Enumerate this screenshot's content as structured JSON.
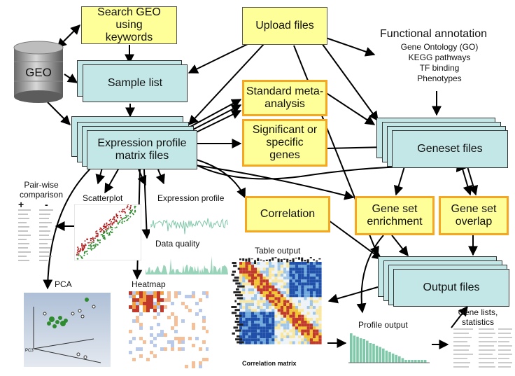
{
  "nodes": {
    "search_geo": "Search GEO using keywords",
    "upload": "Upload files",
    "geo": "GEO",
    "sample_list": "Sample list",
    "expression_matrix": "Expression profile matrix files",
    "standard_meta": "Standard meta-analysis",
    "significant": "Significant or specific genes",
    "correlation": "Correlation",
    "gene_set_enrichment": "Gene set enrichment",
    "gene_set_overlap": "Gene set overlap",
    "geneset_files": "Geneset files",
    "output_files": "Output files"
  },
  "functional_annotation": {
    "title": "Functional annotation",
    "items": [
      "Gene Ontology (GO)",
      "KEGG pathways",
      "TF binding",
      "Phenotypes"
    ]
  },
  "labels": {
    "pairwise": "Pair-wise comparison",
    "plus": "+",
    "minus": "-",
    "scatterplot": "Scatterplot",
    "expression_profile": "Expression profile",
    "data_quality": "Data quality",
    "table_output": "Table output",
    "pca": "PCA",
    "pca_axis": "PC3",
    "heatmap": "Heatmap",
    "profile_output": "Profile output",
    "gene_lists": "Gene lists, statistics",
    "correlation_matrix": "Correlation matrix"
  },
  "colors": {
    "box_yellow": "#ffff99",
    "box_orange_border": "#f5a623",
    "box_teal": "#c3e7e7",
    "thumb_green": "#7fc8a9",
    "scatter_red": "#b22222",
    "scatter_green": "#2e8b2e",
    "heat_red": "#c0392b",
    "heat_blue": "#1f4fa8"
  }
}
